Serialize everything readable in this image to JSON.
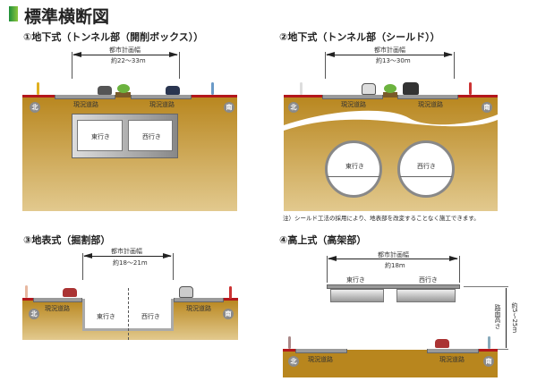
{
  "title": "標準横断図",
  "colors": {
    "accent": "#3aa935",
    "ground": "#b8861e",
    "surface": "#b3171b"
  },
  "compass": {
    "north": "北",
    "south": "南"
  },
  "sections": [
    {
      "heading": "①地下式（トンネル部（開削ボックス））",
      "width_label": "都市計画幅",
      "width_value": "約22～33m",
      "road_left": "現況道路",
      "road_right": "現況道路",
      "lane_east": "東行き",
      "lane_west": "西行き"
    },
    {
      "heading": "②地下式（トンネル部（シールド））",
      "width_label": "都市計画幅",
      "width_value": "約13～30m",
      "road_left": "現況道路",
      "road_right": "現況道路",
      "lane_east": "東行き",
      "lane_west": "西行き",
      "note": "注）シールド工法の採用により、地表部を改変することなく施工できます。"
    },
    {
      "heading": "③地表式（掘割部）",
      "width_label": "都市計画幅",
      "width_value": "約18～21m",
      "road_left": "現況道路",
      "road_right": "現況道路",
      "lane_east": "東行き",
      "lane_west": "西行き"
    },
    {
      "heading": "④高上式（高架部）",
      "width_label": "都市計画幅",
      "width_value": "約18m",
      "road_left": "現況道路",
      "road_right": "現況道路",
      "lane_east": "東行き",
      "lane_west": "西行き",
      "height_label": "路面高さ",
      "height_value": "約5～25m"
    }
  ]
}
